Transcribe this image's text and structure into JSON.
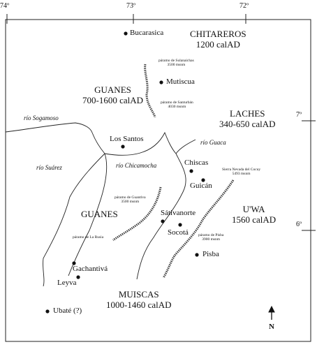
{
  "longitudes": [
    "74º",
    "73º",
    "72º"
  ],
  "latitudes": [
    "7º",
    "6º"
  ],
  "groups": [
    {
      "name": "CHITAREROS",
      "date": "1200 calAD"
    },
    {
      "name": "GUANES",
      "date": "700-1600 calAD"
    },
    {
      "name": "LACHES",
      "date": "340-650 calAD"
    },
    {
      "name": "GUANES",
      "date": ""
    },
    {
      "name": "U'WA",
      "date": "1560 calAD"
    },
    {
      "name": "MUISCAS",
      "date": "1000-1460 calAD"
    }
  ],
  "cities": [
    "Bucarasica",
    "Mutiscua",
    "Los Santos",
    "Chiscas",
    "Guicán",
    "Sátivanorte",
    "Socotá",
    "Pisba",
    "Gachantivá",
    "Leyva",
    "Ubaté (?)"
  ],
  "rivers": [
    "río Sogamoso",
    "río Guaca",
    "río Chicamocha",
    "río Suárez"
  ],
  "paramos": [
    {
      "name": "páramo de Sulanaichas",
      "elev": "3500 msnm"
    },
    {
      "name": "páramo de Santurbán",
      "elev": "4030 msnm"
    },
    {
      "name": "Sierra Nevada del Cocuy",
      "elev": "5493 msnm"
    },
    {
      "name": "páramo de Guantiva",
      "elev": "3500 msnm"
    },
    {
      "name": "páramo de La Rusia",
      "elev": ""
    },
    {
      "name": "páramo de Pisba",
      "elev": "3900 msnm"
    }
  ],
  "north_label": "N"
}
